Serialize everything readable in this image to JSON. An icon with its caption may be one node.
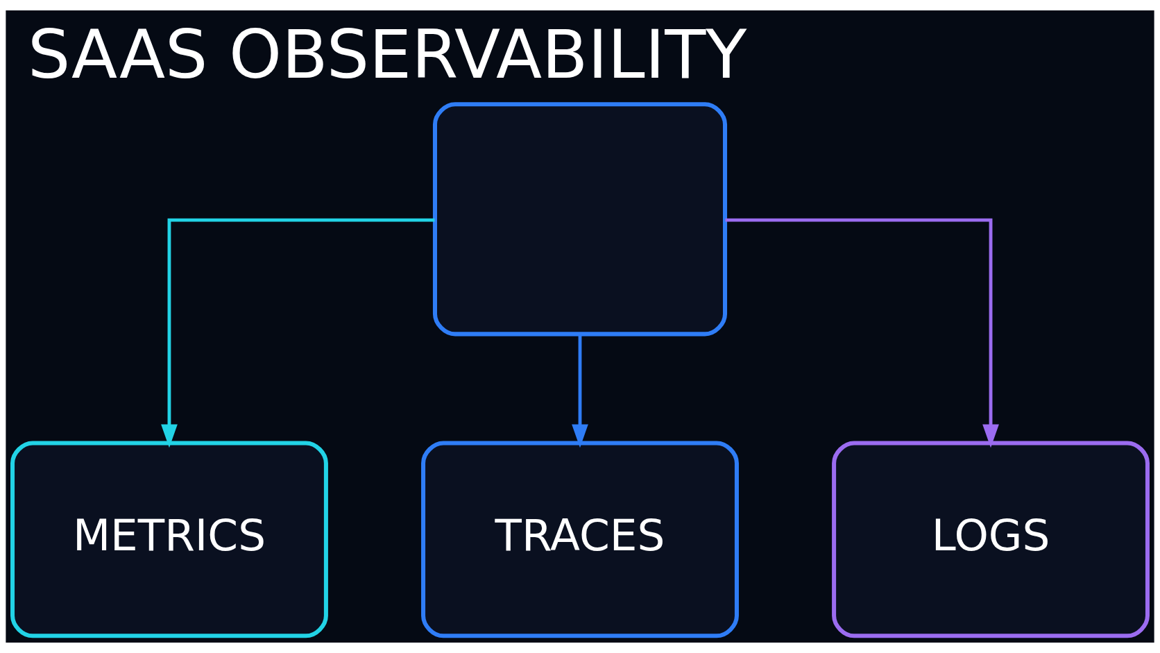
{
  "diagram": {
    "title": "SAAS OBSERVABILITY",
    "nodes": [
      {
        "text": [],
        "shape": "box"
      },
      {
        "text": [
          "METRICS"
        ]
      },
      {
        "text": [
          "TRACES"
        ]
      },
      {
        "text": [
          "LOGS"
        ]
      }
    ],
    "edges": [
      {
        "from": 0,
        "to": 1,
        "arrow": "to",
        "color": "#22d3e6"
      },
      {
        "from": 0,
        "to": 2,
        "arrow": "to",
        "color": "#2f7df6"
      },
      {
        "from": 0,
        "to": 3,
        "arrow": "to",
        "color": "#9b6cf0"
      }
    ]
  }
}
